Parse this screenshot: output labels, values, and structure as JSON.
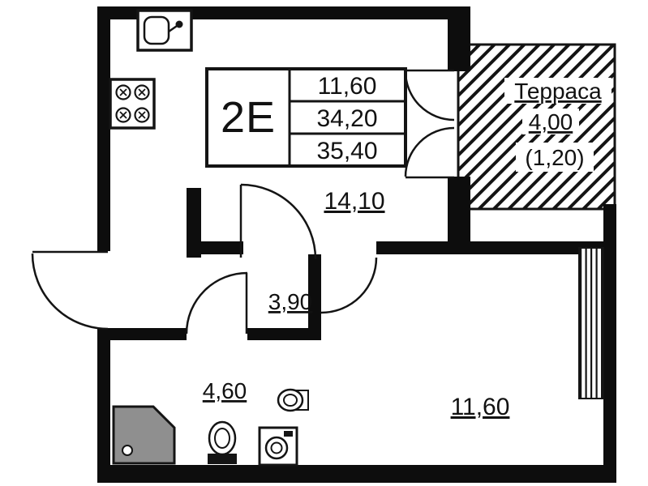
{
  "colors": {
    "background": "#ffffff",
    "ink": "#111111",
    "wall": "#0d0d0d",
    "shower_fill": "#8f8f8f"
  },
  "info_box": {
    "unit_type": "2E",
    "rows": [
      "11,60",
      "34,20",
      "35,40"
    ]
  },
  "labels": {
    "living_kitchen": "14,10",
    "hall": "3,90",
    "bathroom": "4,60",
    "room": "11,60"
  },
  "terrace": {
    "title": "Терраса",
    "area": "4,00",
    "reduced_area": "(1,20)"
  }
}
